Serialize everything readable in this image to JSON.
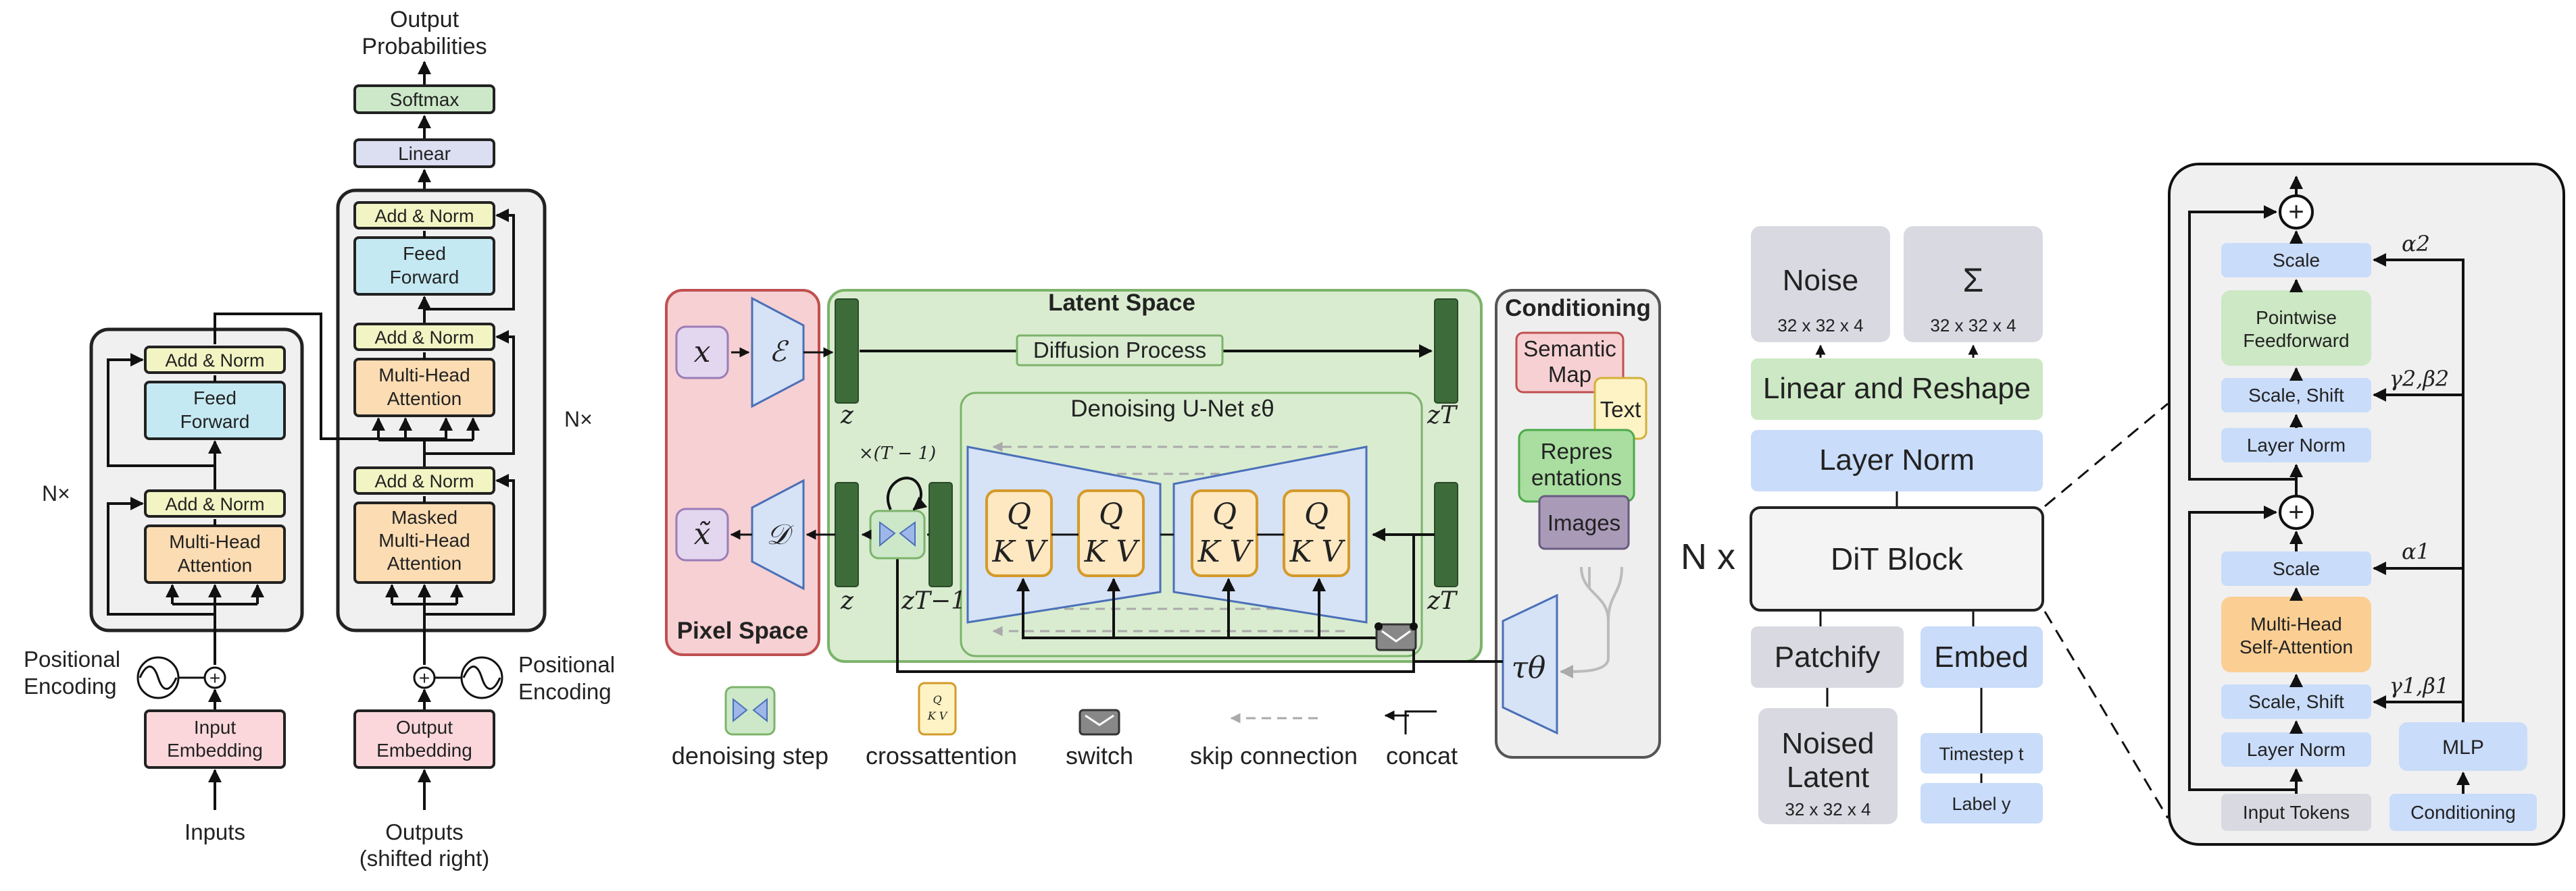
{
  "transformer": {
    "output_probabilities": [
      "Output",
      "Probabilities"
    ],
    "softmax": "Softmax",
    "linear": "Linear",
    "nx_left": "N×",
    "nx_right": "N×",
    "add_norm": "Add & Norm",
    "feed_forward": [
      "Feed",
      "Forward"
    ],
    "multi_head_attention": [
      "Multi-Head",
      "Attention"
    ],
    "masked_multi_head_attention": [
      "Masked",
      "Multi-Head",
      "Attention"
    ],
    "positional_encoding": [
      "Positional",
      "Encoding"
    ],
    "input_embedding": [
      "Input",
      "Embedding"
    ],
    "output_embedding": [
      "Output",
      "Embedding"
    ],
    "inputs": "Inputs",
    "outputs": [
      "Outputs",
      "(shifted right)"
    ],
    "plus_symbol": "+"
  },
  "latent_diffusion": {
    "latent_space_title": "Latent Space",
    "pixel_space_title": "Pixel Space",
    "conditioning_title": "Conditioning",
    "diffusion_process": "Diffusion Process",
    "denoising_unet": "Denoising U-Net εθ",
    "x": "x",
    "x_tilde": "x̃",
    "encoder": "ℰ",
    "decoder": "𝒟",
    "z": "z",
    "z_T": "zT",
    "z_T_minus_1": "zT−1",
    "times_T_minus_1": "×(T − 1)",
    "q": "Q",
    "kv": "K V",
    "tau_theta": "τθ",
    "semantic_map": [
      "Semantic",
      "Map"
    ],
    "text": "Text",
    "representations": [
      "Repres",
      "entations"
    ],
    "images": "Images",
    "legend": {
      "denoising_step": "denoising step",
      "crossattention": "crossattention",
      "switch": "switch",
      "skip_connection": "skip connection",
      "concat": "concat"
    }
  },
  "dit": {
    "noise": "Noise",
    "noise_dims": "32 x 32 x 4",
    "sigma": "Σ",
    "sigma_dims": "32 x 32 x 4",
    "linear_reshape": "Linear and Reshape",
    "layer_norm": "Layer Norm",
    "nx": "N x",
    "dit_block": "DiT Block",
    "patchify": "Patchify",
    "embed": "Embed",
    "noised_latent": [
      "Noised",
      "Latent"
    ],
    "noised_latent_dims": "32 x 32 x 4",
    "timestep": "Timestep t",
    "label": "Label y",
    "detail": {
      "scale": "Scale",
      "pointwise_feedforward": [
        "Pointwise",
        "Feedforward"
      ],
      "scale_shift": "Scale, Shift",
      "layer_norm": "Layer Norm",
      "multi_head_self_attention": [
        "Multi-Head",
        "Self-Attention"
      ],
      "input_tokens": "Input Tokens",
      "conditioning": "Conditioning",
      "mlp": "MLP",
      "alpha2": "α2",
      "gamma2_beta2": "γ2,β2",
      "alpha1": "α1",
      "gamma1_beta1": "γ1,β1",
      "plus_symbol": "+"
    }
  },
  "colors": {
    "add_norm": "#f2f5c3",
    "feed_forward": "#c5e9f2",
    "attention": "#fcdcb3",
    "embedding": "#fbd7dc",
    "linear": "#dcdff2",
    "softmax": "#cde8c9",
    "latent_bg": "#d9ecd0",
    "pixel_bg": "#f6d0d2",
    "unet_blue": "#d6e2f6",
    "qkv_orange": "#fde8c2",
    "dit_grey": "#d9d9e1",
    "dit_green": "#cce8c4",
    "dit_blue": "#c9dcfa",
    "dit_orange": "#fbcf94",
    "panel_grey": "#f0f0f0"
  }
}
